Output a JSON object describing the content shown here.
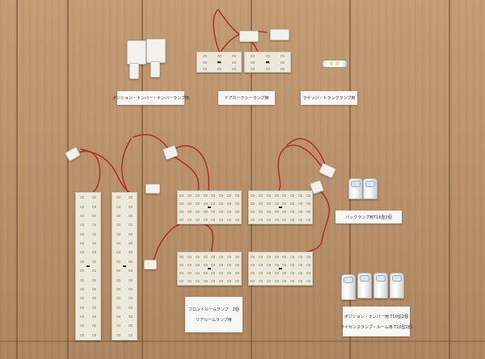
{
  "labels": {
    "position_number": "ポジション・ナンバー・ナンバーランプ用",
    "door_courtesy": "ドアカーテシーランプ用",
    "luggage": "ラゲッジ・トランクランプ用",
    "back": "バックランプ用T16型2個",
    "front_room_line1": "フロントルームランプ　2個",
    "front_room_line2": "リアルームランプ用",
    "position_t10_line1": "ポジション・ナンバー用 T10型2個",
    "position_t10_line2": "ライセンスランプ・ルーム用 T10型2個"
  },
  "colors": {
    "floor": "#b78e67",
    "board": "#ece8dc",
    "wire": "#b4322c",
    "label_paper": "#f7f7f5"
  },
  "items": [
    {
      "name": "T10 wedge bulb",
      "count": 2
    },
    {
      "name": "door courtesy LED panel",
      "count": 2
    },
    {
      "name": "festoon LED bulb",
      "count": 1
    },
    {
      "name": "long room lamp LED board",
      "count": 2
    },
    {
      "name": "rectangular room lamp LED board",
      "count": 4
    },
    {
      "name": "T16 back lamp bulb",
      "count": 2
    },
    {
      "name": "T10 position bulb",
      "count": 4
    }
  ]
}
